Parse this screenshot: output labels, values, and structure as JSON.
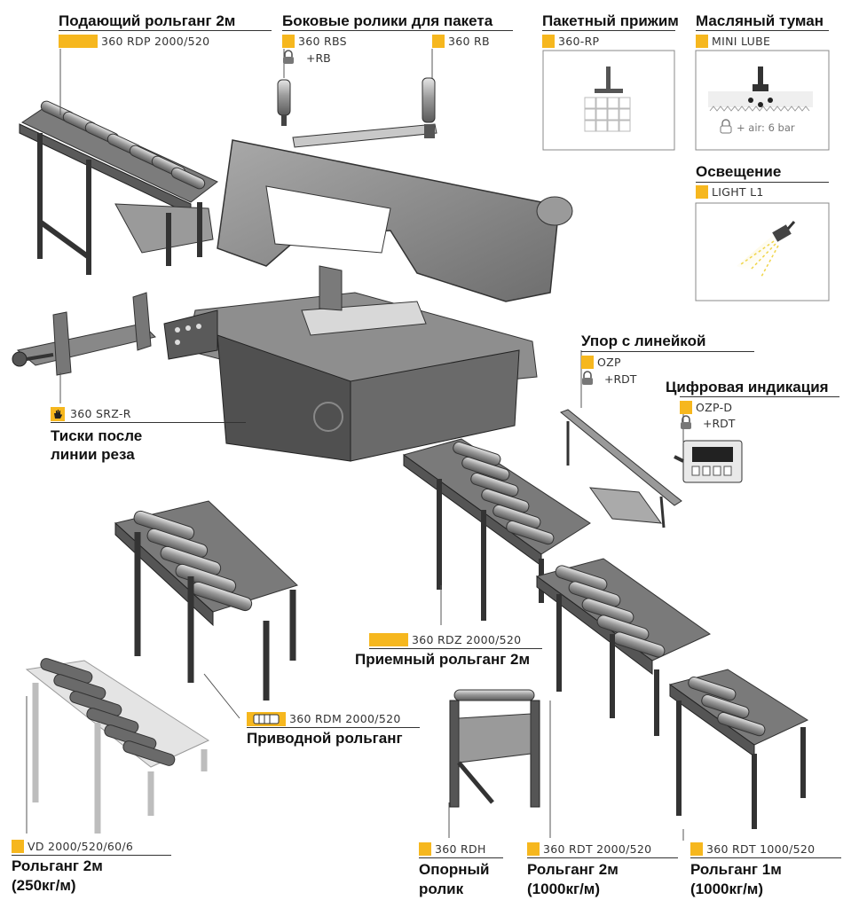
{
  "labels": {
    "feed_conveyor": {
      "title": "Подающий рольганг 2м",
      "code": "360 RDP 2000/520"
    },
    "side_rollers": {
      "title": "Боковые ролики для пакета",
      "code_a": "360 RBS",
      "sub_a": "+RB",
      "code_b": "360 RB"
    },
    "bundle_clamp": {
      "title": "Пакетный прижим",
      "code": "360-RP"
    },
    "oil_mist": {
      "title": "Масляный туман",
      "code": "MINI LUBE",
      "sub": "+ air: 6 bar"
    },
    "lighting": {
      "title": "Освещение",
      "code": "LIGHT L1"
    },
    "vise": {
      "title_line1": "Тиски после",
      "title_line2": "линии реза",
      "code": "360 SRZ-R"
    },
    "stop_ruler": {
      "title": "Упор с линейкой",
      "code": "OZP",
      "sub": "+RDT"
    },
    "digital": {
      "title": "Цифровая индикация",
      "code": "OZP-D",
      "sub": "+RDT"
    },
    "receiving": {
      "title": "Приемный рольганг 2м",
      "code": "360 RDZ 2000/520"
    },
    "driven": {
      "title": "Приводной рольганг",
      "code": "360 RDM 2000/520"
    },
    "vd": {
      "title_line1": "Рольганг 2м",
      "title_line2": "(250кг/м)",
      "code": "VD 2000/520/60/6"
    },
    "support_roller": {
      "title_line1": "Опорный",
      "title_line2": "ролик",
      "code": "360 RDH"
    },
    "rdt2000": {
      "title_line1": "Рольганг 2м",
      "title_line2": "(1000кг/м)",
      "code": "360 RDT 2000/520"
    },
    "rdt1000": {
      "title_line1": "Рольганг 1м",
      "title_line2": "(1000кг/м)",
      "code": "360 RDT 1000/520"
    }
  },
  "colors": {
    "accent": "#f6b71e",
    "machine": "#8a8a8a",
    "machine_dark": "#4a4a4a",
    "roller": "#9c9c9c"
  }
}
